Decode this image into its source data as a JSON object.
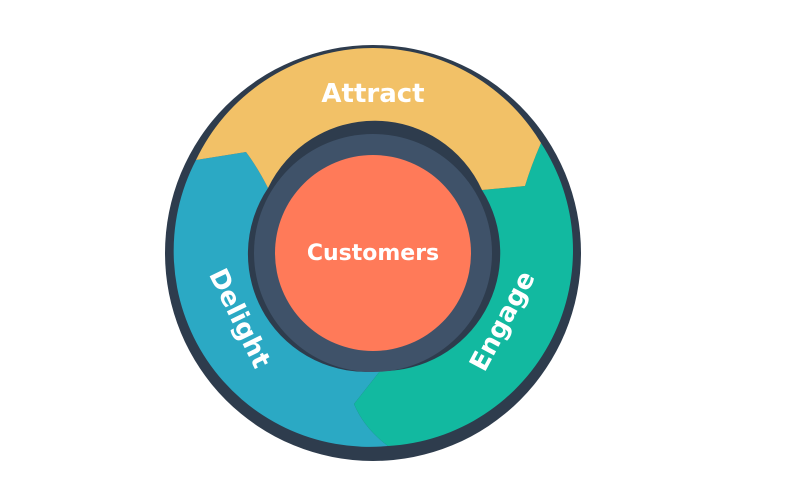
{
  "diagram": {
    "center": {
      "label": "Customers"
    },
    "segments": [
      {
        "id": "attract",
        "label": "Attract",
        "color": "#F2C167"
      },
      {
        "id": "engage",
        "label": "Engage",
        "color": "#12B9A0"
      },
      {
        "id": "delight",
        "label": "Delight",
        "color": "#2BA9C4"
      }
    ],
    "colors": {
      "outer_ring": "#2E3C4D",
      "inner_ring": "#3F5269",
      "hub": "#FF7A59",
      "text": "#FFFFFF",
      "background": "#FFFFFF"
    }
  }
}
